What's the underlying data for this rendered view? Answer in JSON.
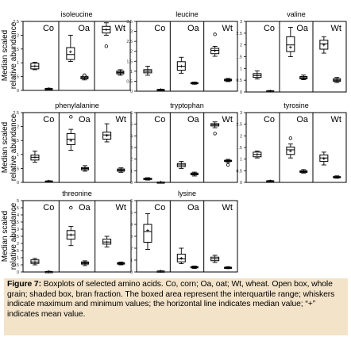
{
  "figure": {
    "ylabel_line1": "Median scaled",
    "ylabel_line2": "relative abundance",
    "caption_label": "Figure 7:",
    "caption_text": " Boxplots of selected amino acids.  Co, corn; Oa, oat; Wt, wheat. Open box, whole grain; shaded box, bran fraction.  The boxed area represent the interquartile range; whiskers indicate maximum and minimum values; the horizontal line indicates median value; “+” indicates mean value."
  },
  "chart_data": [
    {
      "type": "boxplot",
      "title": "isoleucine",
      "groups": [
        "Co",
        "Oa",
        "Wt"
      ],
      "ylim": [
        0,
        2.5
      ],
      "yticks": [
        "0",
        "0.5",
        "1",
        "1.5",
        "2",
        "2.5"
      ],
      "boxes": [
        {
          "group": "Co",
          "kind": "whole",
          "min": 0.75,
          "q1": 0.78,
          "median": 0.88,
          "q3": 0.98,
          "max": 1.02,
          "mean": 0.88,
          "outliers": []
        },
        {
          "group": "Co",
          "kind": "bran",
          "min": 0.04,
          "q1": 0.05,
          "median": 0.06,
          "q3": 0.07,
          "max": 0.08,
          "mean": 0.06,
          "outliers": []
        },
        {
          "group": "Oa",
          "kind": "whole",
          "min": 1.05,
          "q1": 1.12,
          "median": 1.3,
          "q3": 1.55,
          "max": 2.0,
          "mean": 1.4,
          "outliers": []
        },
        {
          "group": "Oa",
          "kind": "bran",
          "min": 0.38,
          "q1": 0.42,
          "median": 0.46,
          "q3": 0.5,
          "max": 0.54,
          "mean": 0.46,
          "outliers": [
            0.55
          ]
        },
        {
          "group": "Wt",
          "kind": "whole",
          "min": 2.0,
          "q1": 2.08,
          "median": 2.2,
          "q3": 2.32,
          "max": 2.45,
          "mean": 2.2,
          "outliers": [
            1.6
          ]
        },
        {
          "group": "Wt",
          "kind": "bran",
          "min": 0.55,
          "q1": 0.6,
          "median": 0.65,
          "q3": 0.7,
          "max": 0.75,
          "mean": 0.65,
          "outliers": []
        }
      ]
    },
    {
      "type": "boxplot",
      "title": "leucine",
      "groups": [
        "Co",
        "Oa",
        "Wt"
      ],
      "ylim": [
        0,
        3.5
      ],
      "yticks": [
        "0",
        "0.5",
        "1",
        "1.5",
        "2",
        "2.5",
        "3",
        "3.5"
      ],
      "boxes": [
        {
          "group": "Co",
          "kind": "whole",
          "min": 0.8,
          "q1": 0.92,
          "median": 1.0,
          "q3": 1.08,
          "max": 1.25,
          "mean": 1.0,
          "outliers": []
        },
        {
          "group": "Co",
          "kind": "bran",
          "min": 0.06,
          "q1": 0.07,
          "median": 0.08,
          "q3": 0.09,
          "max": 0.1,
          "mean": 0.08,
          "outliers": []
        },
        {
          "group": "Oa",
          "kind": "whole",
          "min": 0.9,
          "q1": 1.05,
          "median": 1.25,
          "q3": 1.48,
          "max": 1.7,
          "mean": 1.25,
          "outliers": []
        },
        {
          "group": "Oa",
          "kind": "bran",
          "min": 0.35,
          "q1": 0.38,
          "median": 0.4,
          "q3": 0.43,
          "max": 0.46,
          "mean": 0.4,
          "outliers": []
        },
        {
          "group": "Wt",
          "kind": "whole",
          "min": 1.75,
          "q1": 1.88,
          "median": 2.05,
          "q3": 2.15,
          "max": 2.25,
          "mean": 2.03,
          "outliers": [
            2.85
          ]
        },
        {
          "group": "Wt",
          "kind": "bran",
          "min": 0.48,
          "q1": 0.52,
          "median": 0.56,
          "q3": 0.6,
          "max": 0.64,
          "mean": 0.56,
          "outliers": []
        }
      ]
    },
    {
      "type": "boxplot",
      "title": "valine",
      "groups": [
        "Co",
        "Oa",
        "Wt"
      ],
      "ylim": [
        0,
        3
      ],
      "yticks": [
        "0",
        "0.5",
        "1",
        "1.5",
        "2",
        "2.5",
        "3"
      ],
      "boxes": [
        {
          "group": "Co",
          "kind": "whole",
          "min": 0.55,
          "q1": 0.62,
          "median": 0.7,
          "q3": 0.78,
          "max": 0.9,
          "mean": 0.7,
          "outliers": []
        },
        {
          "group": "Co",
          "kind": "bran",
          "min": 0.02,
          "q1": 0.03,
          "median": 0.04,
          "q3": 0.05,
          "max": 0.06,
          "mean": 0.04,
          "outliers": []
        },
        {
          "group": "Oa",
          "kind": "whole",
          "min": 1.5,
          "q1": 1.72,
          "median": 2.0,
          "q3": 2.35,
          "max": 2.75,
          "mean": 1.9,
          "outliers": []
        },
        {
          "group": "Oa",
          "kind": "bran",
          "min": 0.52,
          "q1": 0.56,
          "median": 0.6,
          "q3": 0.66,
          "max": 0.72,
          "mean": 0.6,
          "outliers": []
        },
        {
          "group": "Wt",
          "kind": "whole",
          "min": 1.65,
          "q1": 1.82,
          "median": 2.05,
          "q3": 2.2,
          "max": 2.35,
          "mean": 2.0,
          "outliers": []
        },
        {
          "group": "Wt",
          "kind": "bran",
          "min": 0.4,
          "q1": 0.45,
          "median": 0.5,
          "q3": 0.56,
          "max": 0.62,
          "mean": 0.5,
          "outliers": []
        }
      ]
    },
    {
      "type": "boxplot",
      "title": "phenylalanine",
      "groups": [
        "Co",
        "Oa",
        "Wt"
      ],
      "ylim": [
        0,
        2.5
      ],
      "yticks": [
        "0",
        "0.5",
        "1",
        "1.5",
        "2",
        "2.5"
      ],
      "boxes": [
        {
          "group": "Co",
          "kind": "whole",
          "min": 0.72,
          "q1": 0.8,
          "median": 0.9,
          "q3": 0.98,
          "max": 1.12,
          "mean": 0.9,
          "outliers": []
        },
        {
          "group": "Co",
          "kind": "bran",
          "min": 0.02,
          "q1": 0.03,
          "median": 0.04,
          "q3": 0.05,
          "max": 0.06,
          "mean": 0.04,
          "outliers": []
        },
        {
          "group": "Oa",
          "kind": "whole",
          "min": 1.15,
          "q1": 1.35,
          "median": 1.55,
          "q3": 1.75,
          "max": 1.9,
          "mean": 1.5,
          "outliers": [
            2.35
          ]
        },
        {
          "group": "Oa",
          "kind": "bran",
          "min": 0.4,
          "q1": 0.45,
          "median": 0.5,
          "q3": 0.53,
          "max": 0.6,
          "mean": 0.5,
          "outliers": []
        },
        {
          "group": "Wt",
          "kind": "whole",
          "min": 1.45,
          "q1": 1.55,
          "median": 1.7,
          "q3": 1.8,
          "max": 2.1,
          "mean": 1.68,
          "outliers": []
        },
        {
          "group": "Wt",
          "kind": "bran",
          "min": 0.36,
          "q1": 0.4,
          "median": 0.44,
          "q3": 0.48,
          "max": 0.52,
          "mean": 0.44,
          "outliers": []
        }
      ]
    },
    {
      "type": "boxplot",
      "title": "tryptophan",
      "groups": [
        "Co",
        "Oa",
        "Wt"
      ],
      "ylim": [
        0,
        6
      ],
      "yticks": [
        "0",
        "1",
        "2",
        "3",
        "4",
        "5",
        "6"
      ],
      "boxes": [
        {
          "group": "Co",
          "kind": "whole",
          "min": 0.2,
          "q1": 0.25,
          "median": 0.3,
          "q3": 0.35,
          "max": 0.4,
          "mean": 0.3,
          "outliers": []
        },
        {
          "group": "Co",
          "kind": "bran",
          "min": 0.0,
          "q1": 0.01,
          "median": 0.02,
          "q3": 0.03,
          "max": 0.04,
          "mean": 0.02,
          "outliers": []
        },
        {
          "group": "Oa",
          "kind": "whole",
          "min": 1.2,
          "q1": 1.35,
          "median": 1.5,
          "q3": 1.62,
          "max": 1.8,
          "mean": 1.5,
          "outliers": []
        },
        {
          "group": "Oa",
          "kind": "bran",
          "min": 0.55,
          "q1": 0.65,
          "median": 0.72,
          "q3": 0.8,
          "max": 0.88,
          "mean": 0.72,
          "outliers": []
        },
        {
          "group": "Wt",
          "kind": "whole",
          "min": 4.7,
          "q1": 4.85,
          "median": 4.95,
          "q3": 5.05,
          "max": 5.2,
          "mean": 4.95,
          "outliers": [
            4.2
          ]
        },
        {
          "group": "Wt",
          "kind": "bran",
          "min": 1.7,
          "q1": 1.8,
          "median": 1.85,
          "q3": 1.9,
          "max": 1.98,
          "mean": 1.85,
          "outliers": [
            1.5
          ]
        }
      ]
    },
    {
      "type": "boxplot",
      "title": "tyrosine",
      "groups": [
        "Co",
        "Oa",
        "Wt"
      ],
      "ylim": [
        0,
        3
      ],
      "yticks": [
        "0",
        "0.5",
        "1",
        "1.5",
        "2",
        "2.5",
        "3"
      ],
      "boxes": [
        {
          "group": "Co",
          "kind": "whole",
          "min": 1.05,
          "q1": 1.1,
          "median": 1.2,
          "q3": 1.3,
          "max": 1.35,
          "mean": 1.2,
          "outliers": []
        },
        {
          "group": "Co",
          "kind": "bran",
          "min": 0.04,
          "q1": 0.05,
          "median": 0.06,
          "q3": 0.07,
          "max": 0.08,
          "mean": 0.06,
          "outliers": []
        },
        {
          "group": "Oa",
          "kind": "whole",
          "min": 1.05,
          "q1": 1.2,
          "median": 1.4,
          "q3": 1.52,
          "max": 1.65,
          "mean": 1.35,
          "outliers": [
            1.9
          ]
        },
        {
          "group": "Oa",
          "kind": "bran",
          "min": 0.4,
          "q1": 0.43,
          "median": 0.46,
          "q3": 0.5,
          "max": 0.55,
          "mean": 0.46,
          "outliers": []
        },
        {
          "group": "Wt",
          "kind": "whole",
          "min": 0.75,
          "q1": 0.9,
          "median": 1.05,
          "q3": 1.18,
          "max": 1.3,
          "mean": 1.02,
          "outliers": []
        },
        {
          "group": "Wt",
          "kind": "bran",
          "min": 0.18,
          "q1": 0.2,
          "median": 0.22,
          "q3": 0.25,
          "max": 0.28,
          "mean": 0.22,
          "outliers": []
        }
      ]
    },
    {
      "type": "boxplot",
      "title": "threonine",
      "groups": [
        "Co",
        "Oa",
        "Wt"
      ],
      "ylim": [
        0,
        5
      ],
      "yticks": [
        "0",
        "0.5",
        "1",
        "1.5",
        "2",
        "2.5",
        "3",
        "3.5",
        "4",
        "4.5",
        "5"
      ],
      "boxes": [
        {
          "group": "Co",
          "kind": "whole",
          "min": 0.5,
          "q1": 0.6,
          "median": 0.7,
          "q3": 0.85,
          "max": 0.95,
          "mean": 0.7,
          "outliers": []
        },
        {
          "group": "Co",
          "kind": "bran",
          "min": 0.0,
          "q1": 0.01,
          "median": 0.02,
          "q3": 0.03,
          "max": 0.05,
          "mean": 0.02,
          "outliers": []
        },
        {
          "group": "Oa",
          "kind": "whole",
          "min": 1.85,
          "q1": 2.3,
          "median": 2.6,
          "q3": 2.9,
          "max": 3.2,
          "mean": 2.6,
          "outliers": [
            4.5
          ]
        },
        {
          "group": "Oa",
          "kind": "bran",
          "min": 0.45,
          "q1": 0.55,
          "median": 0.62,
          "q3": 0.7,
          "max": 0.78,
          "mean": 0.62,
          "outliers": []
        },
        {
          "group": "Wt",
          "kind": "whole",
          "min": 1.75,
          "q1": 1.95,
          "median": 2.1,
          "q3": 2.3,
          "max": 2.5,
          "mean": 2.1,
          "outliers": []
        },
        {
          "group": "Wt",
          "kind": "bran",
          "min": 0.5,
          "q1": 0.55,
          "median": 0.6,
          "q3": 0.65,
          "max": 0.7,
          "mean": 0.6,
          "outliers": []
        }
      ]
    },
    {
      "type": "boxplot",
      "title": "lysine",
      "groups": [
        "Co",
        "Oa",
        "Wt"
      ],
      "ylim": [
        0,
        6
      ],
      "yticks": [
        "0",
        "1",
        "2",
        "3",
        "4",
        "5",
        "6"
      ],
      "boxes": [
        {
          "group": "Co",
          "kind": "whole",
          "min": 1.9,
          "q1": 2.5,
          "median": 3.4,
          "q3": 4.0,
          "max": 4.9,
          "mean": 3.5,
          "outliers": []
        },
        {
          "group": "Co",
          "kind": "bran",
          "min": 0.02,
          "q1": 0.04,
          "median": 0.06,
          "q3": 0.08,
          "max": 0.1,
          "mean": 0.06,
          "outliers": []
        },
        {
          "group": "Oa",
          "kind": "whole",
          "min": 0.7,
          "q1": 0.85,
          "median": 1.1,
          "q3": 1.5,
          "max": 2.0,
          "mean": 1.15,
          "outliers": []
        },
        {
          "group": "Oa",
          "kind": "bran",
          "min": 0.3,
          "q1": 0.35,
          "median": 0.4,
          "q3": 0.45,
          "max": 0.5,
          "mean": 0.4,
          "outliers": []
        },
        {
          "group": "Wt",
          "kind": "whole",
          "min": 0.8,
          "q1": 0.95,
          "median": 1.1,
          "q3": 1.25,
          "max": 1.4,
          "mean": 1.1,
          "outliers": []
        },
        {
          "group": "Wt",
          "kind": "bran",
          "min": 0.28,
          "q1": 0.32,
          "median": 0.36,
          "q3": 0.4,
          "max": 0.44,
          "mean": 0.36,
          "outliers": []
        }
      ]
    }
  ]
}
